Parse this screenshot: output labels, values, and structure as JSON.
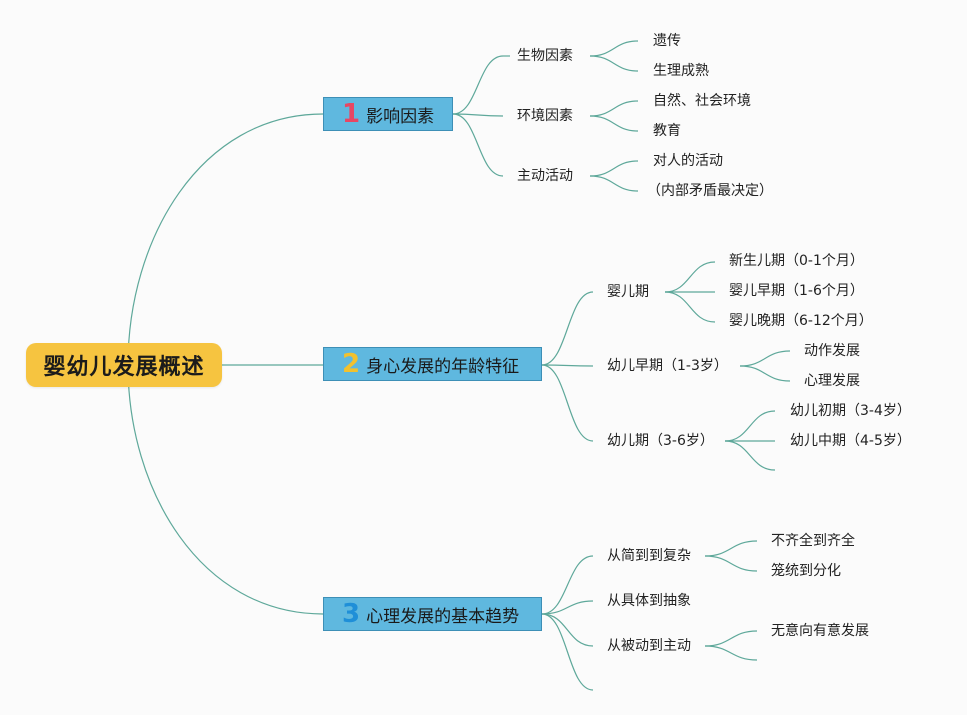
{
  "root": {
    "label": "婴幼儿发展概述"
  },
  "topics": [
    {
      "number": "1",
      "number_color": "#e84663",
      "label": "影响因素",
      "children": [
        {
          "label": "生物因素",
          "children": [
            "遗传",
            "生理成熟"
          ]
        },
        {
          "label": "环境因素",
          "children": [
            "自然、社会环境",
            "教育"
          ]
        },
        {
          "label": "主动活动",
          "children": [
            "对人的活动",
            "（内部矛盾最决定）"
          ]
        }
      ]
    },
    {
      "number": "2",
      "number_color": "#f2c12e",
      "label": "身心发展的年龄特征",
      "children": [
        {
          "label": "婴儿期",
          "children": [
            "新生儿期（0-1个月）",
            "婴儿早期（1-6个月）",
            "婴儿晚期（6-12个月）"
          ]
        },
        {
          "label": "幼儿早期（1-3岁）",
          "children": [
            "动作发展",
            "心理发展"
          ]
        },
        {
          "label": "幼儿期（3-6岁）",
          "children": [
            "幼儿初期（3-4岁）",
            "幼儿中期（4-5岁）",
            ""
          ]
        }
      ]
    },
    {
      "number": "3",
      "number_color": "#1f8fd8",
      "label": "心理发展的基本趋势",
      "children": [
        {
          "label": "从简到到复杂",
          "children": [
            "不齐全到齐全",
            "笼统到分化"
          ]
        },
        {
          "label": "从具体到抽象",
          "children": []
        },
        {
          "label": "从被动到主动",
          "children": [
            "无意向有意发展",
            ""
          ]
        },
        {
          "label": "",
          "children": []
        }
      ]
    }
  ],
  "colors": {
    "line": "#5ea89a",
    "topic_fill": "#5fb8df",
    "root_fill": "#f6c440"
  }
}
